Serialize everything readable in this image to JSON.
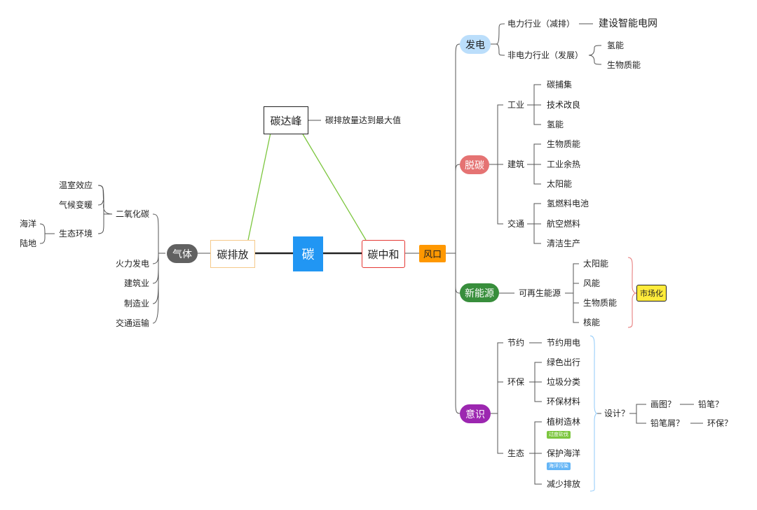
{
  "center": {
    "label": "碳"
  },
  "peak": {
    "label": "碳达峰",
    "desc": "碳排放量达到最大值"
  },
  "emission": {
    "label": "碳排放",
    "gas": {
      "label": "气体",
      "co2": {
        "label": "二氧化碳",
        "effects": [
          "温室效应",
          "气候变暖",
          "生态环境"
        ],
        "eco": [
          "海洋",
          "陆地"
        ]
      },
      "sources": [
        "火力发电",
        "建筑业",
        "制造业",
        "交通运输"
      ]
    }
  },
  "neutral": {
    "label": "碳中和",
    "wind": "风口",
    "power": {
      "label": "发电",
      "electric": {
        "label": "电力行业（减排）",
        "child": "建设智能电网"
      },
      "non_electric": {
        "label": "非电力行业（发展）",
        "children": [
          "氢能",
          "生物质能"
        ]
      }
    },
    "decarb": {
      "label": "脱碳",
      "industry": {
        "label": "工业",
        "children": [
          "碳捕集",
          "技术改良",
          "氢能"
        ]
      },
      "building": {
        "label": "建筑",
        "children": [
          "生物质能",
          "工业余热",
          "太阳能"
        ]
      },
      "transport": {
        "label": "交通",
        "children": [
          "氢燃料电池",
          "航空燃料",
          "清洁生产"
        ]
      }
    },
    "new_energy": {
      "label": "新能源",
      "renewable": "可再生能源",
      "children": [
        "太阳能",
        "风能",
        "生物质能",
        "核能"
      ],
      "market": "市场化"
    },
    "awareness": {
      "label": "意识",
      "save": {
        "label": "节约",
        "child": "节约用电"
      },
      "eco": {
        "label": "环保",
        "children": [
          "绿色出行",
          "垃圾分类",
          "环保材料"
        ]
      },
      "ecology": {
        "label": "生态",
        "items": [
          {
            "label": "植树造林",
            "tag": "过度砍伐"
          },
          {
            "label": "保护海洋",
            "tag": "海洋污染"
          },
          {
            "label": "减少排放"
          }
        ]
      },
      "design": {
        "label": "设计？",
        "drawing": {
          "label": "画图？",
          "child": "铅笔？"
        },
        "shavings": {
          "label": "铅笔屑？",
          "child": "环保？"
        }
      }
    }
  },
  "colors": {
    "center": "#2196f3",
    "peak_border": "#222222",
    "neutral_border": "#e53935",
    "emission_border": "#f5c98a",
    "wind": "#ff9800",
    "gas": "#616161",
    "power": "#bbdefb",
    "decarb": "#e57373",
    "new_energy": "#388e3c",
    "awareness": "#9c27b0",
    "market": "#ffeb3b",
    "green_line": "#7cc63e",
    "tag_green": "#7cc63e",
    "tag_blue": "#64b5f6",
    "red_brace": "#e57373",
    "blue_brace": "#90caf9"
  }
}
